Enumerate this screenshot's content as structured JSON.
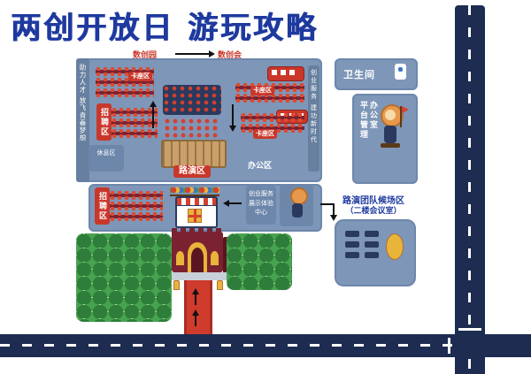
{
  "title": "两创开放日 游玩攻略",
  "colors": {
    "title_blue": "#1e3a9f",
    "map_blue": "#7e96b8",
    "map_border": "#6d87ab",
    "road_navy": "#1d2c50",
    "tag_red": "#c9372a",
    "bush_green": "#47a34f",
    "accent_yellow": "#e8b43a"
  },
  "venue": {
    "slogan_left": "助力人才 放飞青春梦想",
    "top_label_left": "数创园",
    "top_label_right": "数创会",
    "right_strip": {
      "line1": "创业服务",
      "line2": "建功新时代"
    },
    "tags": {
      "kazuo_a": "卡座区",
      "kazuo_b": "卡座区",
      "kazuo_c": "卡座区",
      "zhaopin_upper": "招聘区",
      "zhaopin_lower": "招聘区",
      "luyan": "路演区",
      "bangong": "办公区",
      "xiuxi": "休息区"
    },
    "service_box": {
      "line1": "创业服务",
      "line2": "展示体验",
      "line3": "中心"
    }
  },
  "side": {
    "restroom": "卫生间",
    "office_vertical_1": "平台管理",
    "office_vertical_2": "办公室",
    "waiting_line1": "路演团队候场区",
    "waiting_line2": "（二楼会议室）"
  }
}
